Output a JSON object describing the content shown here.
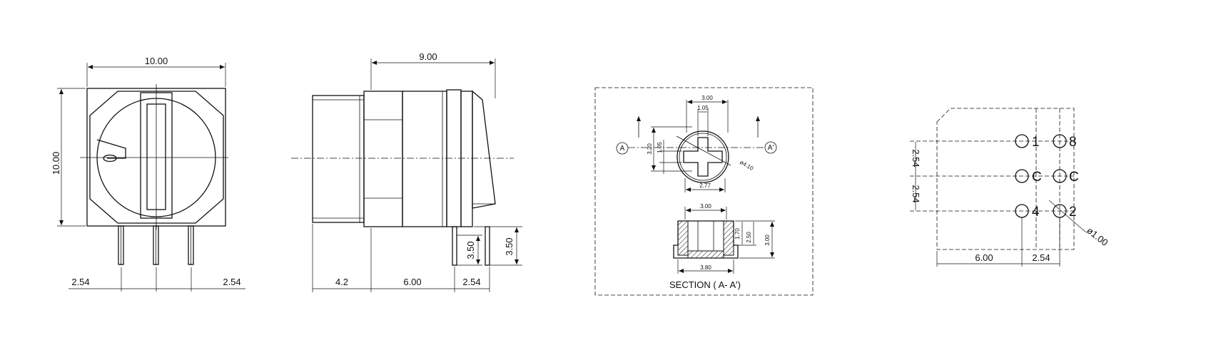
{
  "front_view": {
    "width_label": "10.00",
    "height_label": "10.00",
    "pitch_left_label": "2.54",
    "pitch_right_label": "2.54"
  },
  "side_view": {
    "length_label": "9.00",
    "pin_length_label_a": "3.50",
    "pin_length_label_b": "3.50",
    "seg_a_label": "4.2",
    "seg_b_label": "6.00",
    "seg_c_label": "2.54"
  },
  "section_view": {
    "top_width_label": "3.00",
    "slot_width_label": "1.05",
    "slot_height_label": "1.05",
    "cross_height_label": "3.20",
    "inner_width_label": "2.77",
    "diameter_label": "ø4.10",
    "marker_left": "A",
    "marker_right": "A'",
    "knob_top_label": "3.00",
    "knob_h1_label": "1.70",
    "knob_h2_label": "2.50",
    "knob_h3_label": "3.00",
    "knob_base_label": "3.80",
    "caption": "SECTION ( A- A')"
  },
  "footprint": {
    "pitch_v1_label": "2.54",
    "pitch_v2_label": "2.54",
    "width_a_label": "6.00",
    "width_b_label": "2.54",
    "hole_label": "ø1.00",
    "pins": [
      "1",
      "8",
      "C",
      "C",
      "4",
      "2"
    ]
  }
}
